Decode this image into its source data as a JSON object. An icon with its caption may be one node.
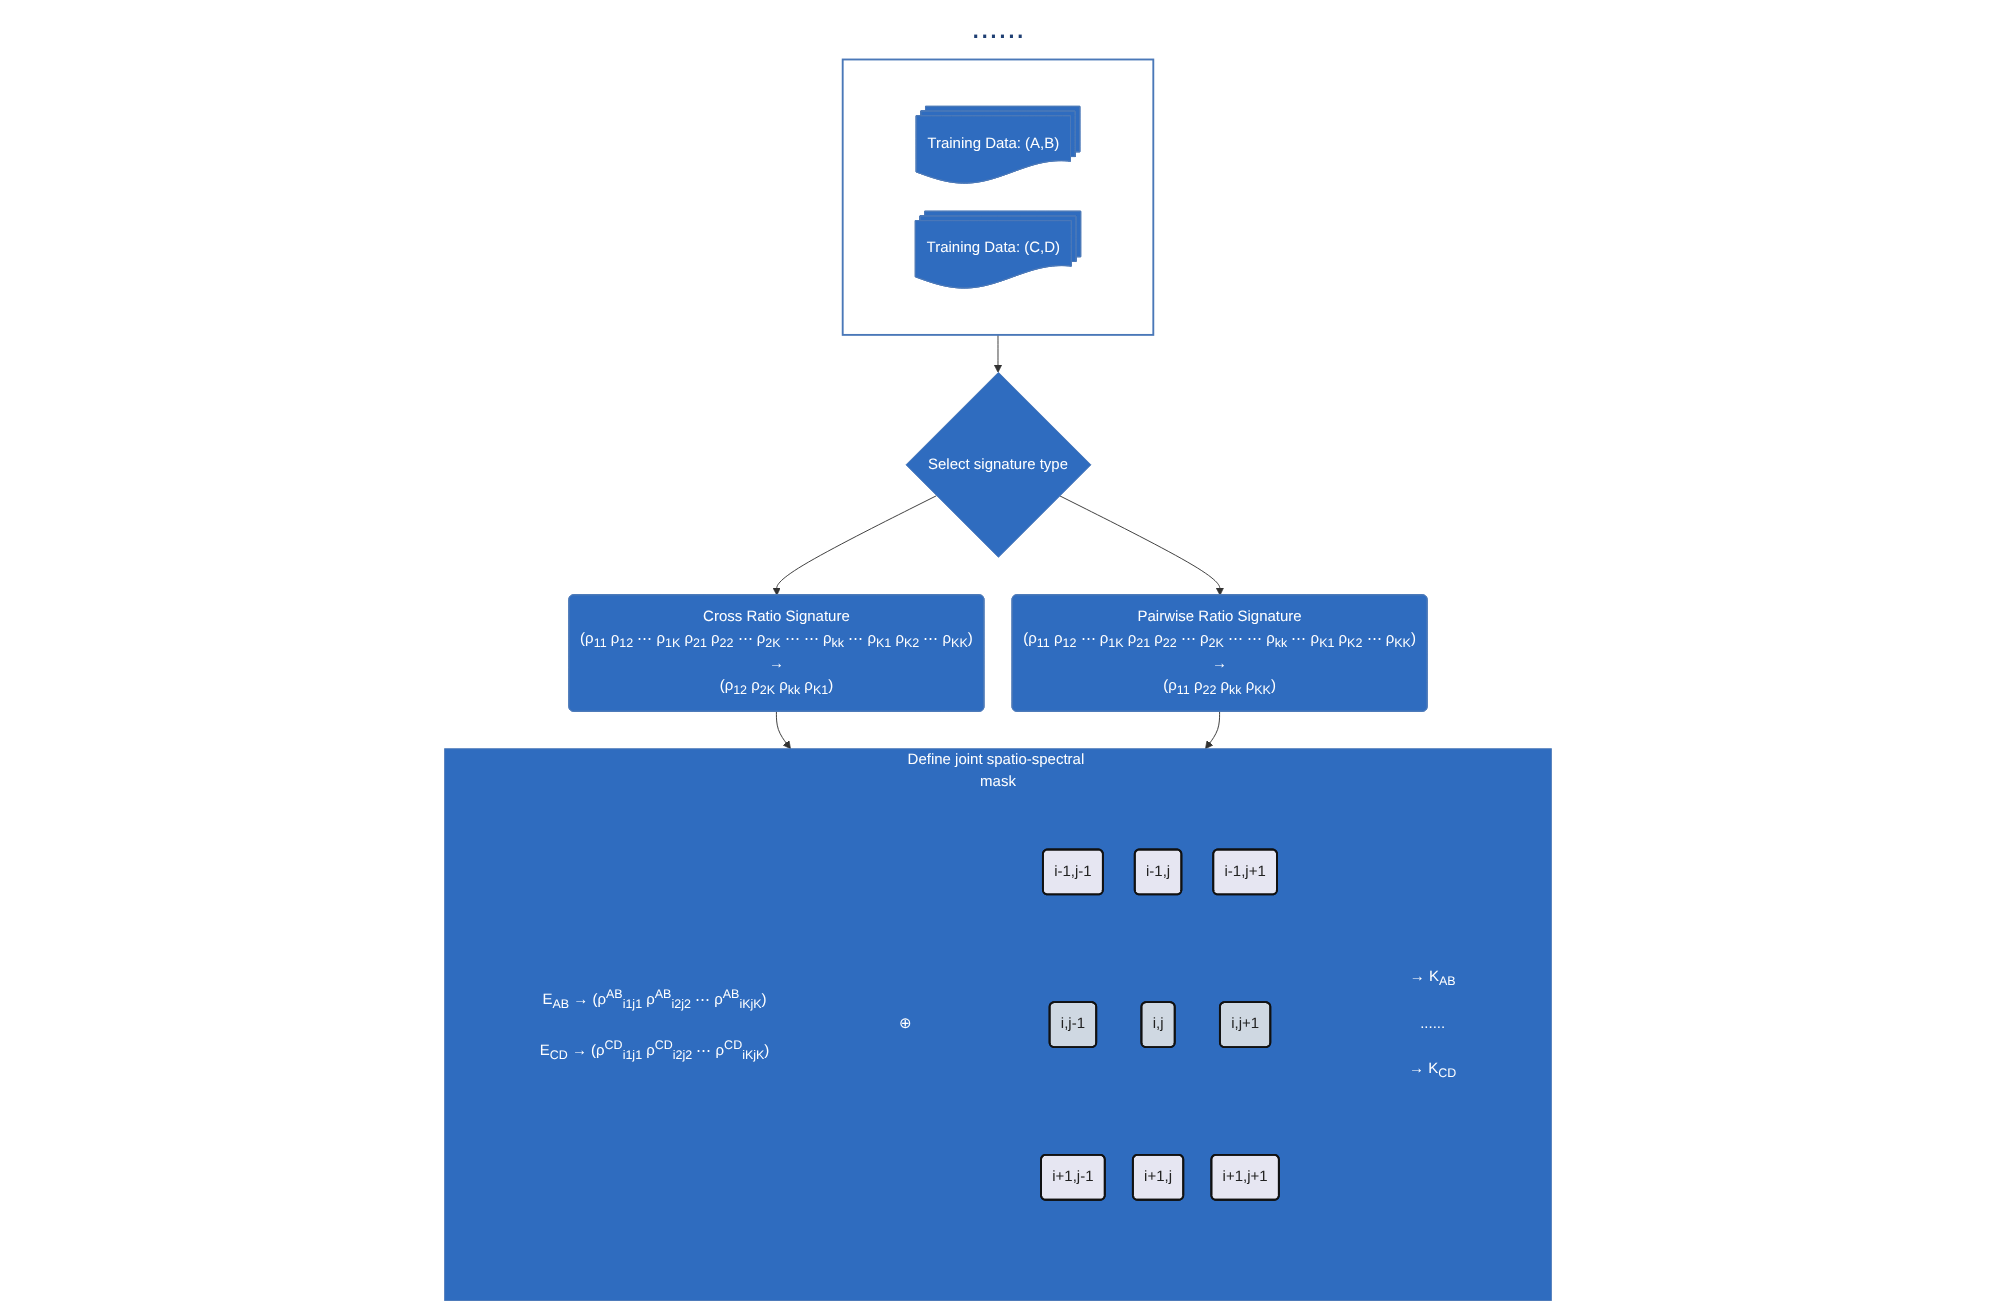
{
  "diagram": {
    "nodes": [
      {
        "text": [],
        "shape": "box"
      },
      {
        "text": [
          "Training Data: (A,B)"
        ],
        "in": 0
      },
      {
        "text": [
          "Training Data: (C,D)"
        ],
        "in": 0
      },
      {
        "text": [
          "Cross Ratio Signature",
          "(ρ$_{11}$ ρ$_{12}$ ⋯ ρ$_{1K}$ ρ$_{21}$ ρ$_{22}$ ⋯ ρ$_{2K}$ ⋯ ⋯ ρ$_{kk}$ ⋯ ρ$_{K1}$ ρ$_{K2}$ ⋯ ρ$_{KK}$)",
          "→",
          "(ρ$_{12}$ ρ$_{2K}$ ρ$_{kk}$ ρ$_{K1}$)"
        ]
      },
      {
        "text": [
          "Pairwise Ratio Signature",
          "(ρ$_{11}$ ρ$_{12}$ ⋯ ρ$_{1K}$ ρ$_{21}$ ρ$_{22}$ ⋯ ρ$_{2K}$ ⋯ ⋯ ρ$_{kk}$ ⋯ ρ$_{K1}$ ρ$_{K2}$ ⋯ ρ$_{KK}$)",
          "→",
          "(ρ$_{11}$ ρ$_{22}$ ρ$_{kk}$ ρ$_{KK}$)"
        ]
      },
      {
        "text": [
          "Select signature type"
        ]
      },
      {
        "text": [
          "Define joint spatio-spectral mask",
          "E$_{AB}$ → (ρ$^{AB}$$_{i1j1}$ ρ$^{AB}$$_{i2j2}$ ⋯ ρ$^{AB}$$_{iKjK}$)",
          "E$_{CD}$ → (ρ$^{CD}$$_{i1j1}$ ρ$^{CD}$$_{i2j2}$ ⋯ ρ$^{CD}$$_{iKjK}$)",
          "⊕",
          "→ K$_{AB}$",
          "......",
          "→ K$_{CD}$"
        ]
      },
      {
        "text": [
          "i-1,j-1"
        ],
        "in": 6
      },
      {
        "text": [
          "i-1,j"
        ],
        "in": 6
      },
      {
        "text": [
          "i-1,j+1"
        ],
        "in": 6
      },
      {
        "text": [
          "i,j-1"
        ],
        "in": 6
      },
      {
        "text": [
          "i,j"
        ],
        "in": 6
      },
      {
        "text": [
          "i,j+1"
        ],
        "in": 6
      },
      {
        "text": [
          "i+1,j-1"
        ],
        "in": 6
      },
      {
        "text": [
          "i+1,j"
        ],
        "in": 6
      },
      {
        "text": [
          "i+1,j+1"
        ],
        "in": 6
      }
    ],
    "edges": [
      {
        "from": 0,
        "to": 5,
        "arrow": "to"
      },
      {
        "from": 5,
        "to": 3,
        "arrow": "to"
      },
      {
        "from": 5,
        "to": 4,
        "arrow": "to"
      },
      {
        "from": 3,
        "to": 6,
        "arrow": "to"
      },
      {
        "from": 4,
        "to": 6,
        "arrow": "to"
      }
    ],
    "labels": [
      "......"
    ]
  }
}
